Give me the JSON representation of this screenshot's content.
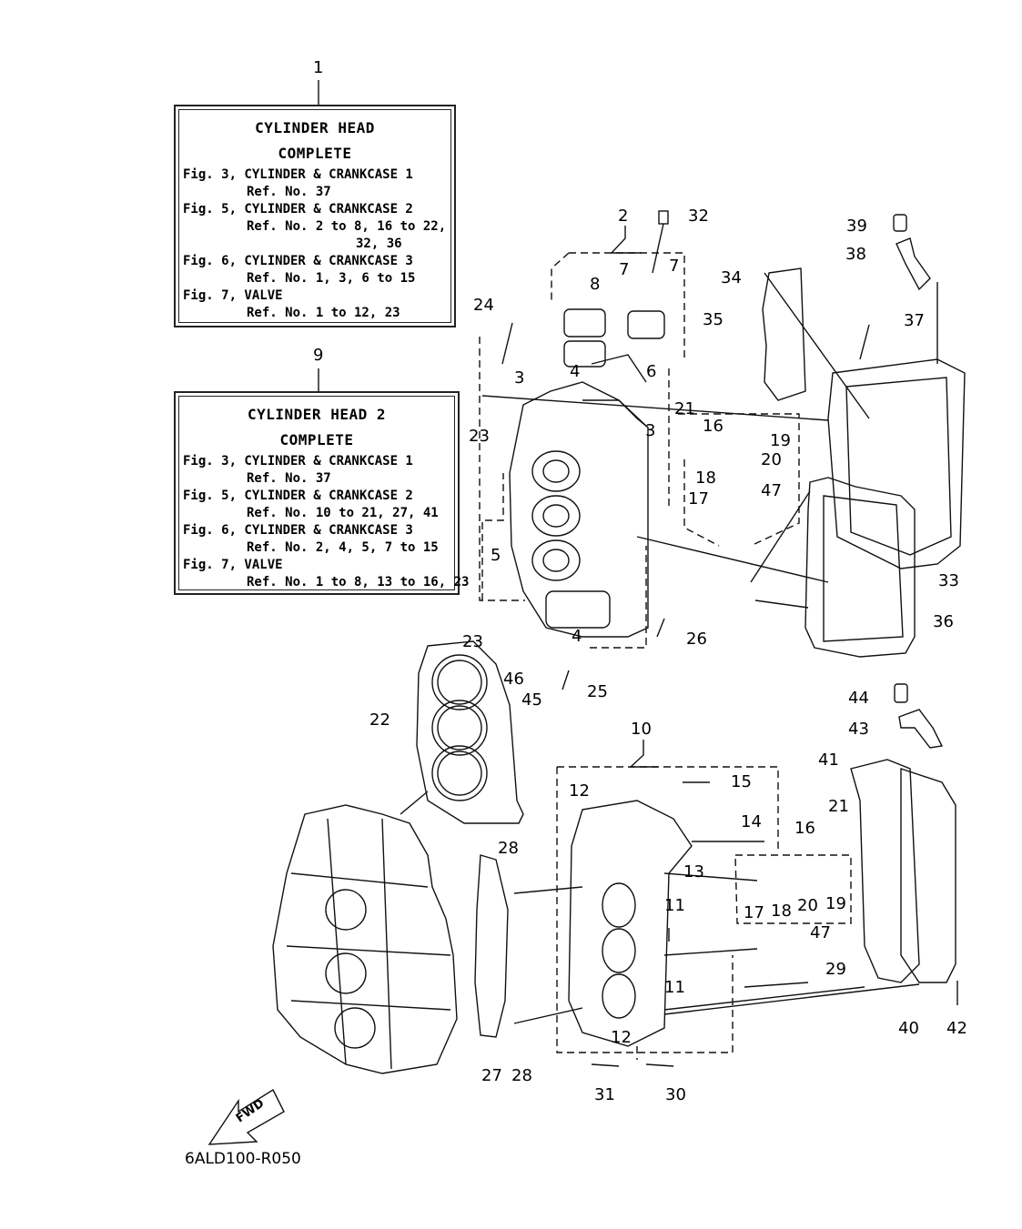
{
  "notes": [
    {
      "ref": "1",
      "title1": "CYLINDER HEAD",
      "title2": "COMPLETE",
      "lines": [
        {
          "text": "Fig. 3, CYLINDER & CRANKCASE 1",
          "indent": 0
        },
        {
          "text": "Ref. No. 37",
          "indent": 1
        },
        {
          "text": "Fig. 5, CYLINDER & CRANKCASE 2",
          "indent": 0
        },
        {
          "text": "Ref. No. 2 to 8, 16 to 22,",
          "indent": 1
        },
        {
          "text": "32, 36",
          "indent": 2
        },
        {
          "text": "Fig. 6, CYLINDER & CRANKCASE 3",
          "indent": 0
        },
        {
          "text": "Ref. No. 1, 3, 6 to 15",
          "indent": 1
        },
        {
          "text": "Fig. 7, VALVE",
          "indent": 0
        },
        {
          "text": "Ref. No. 1 to 12, 23",
          "indent": 1
        }
      ]
    },
    {
      "ref": "9",
      "title1": "CYLINDER HEAD 2",
      "title2": "COMPLETE",
      "lines": [
        {
          "text": "Fig. 3, CYLINDER & CRANKCASE 1",
          "indent": 0
        },
        {
          "text": "Ref. No. 37",
          "indent": 1
        },
        {
          "text": "Fig. 5, CYLINDER & CRANKCASE 2",
          "indent": 0
        },
        {
          "text": "Ref. No. 10 to 21, 27, 41",
          "indent": 1
        },
        {
          "text": "Fig. 6, CYLINDER & CRANKCASE 3",
          "indent": 0
        },
        {
          "text": "Ref. No. 2, 4, 5, 7 to 15",
          "indent": 1
        },
        {
          "text": "Fig. 7, VALVE",
          "indent": 0
        },
        {
          "text": "Ref. No. 1 to 8, 13 to 16, 23",
          "indent": 1
        }
      ]
    }
  ],
  "callouts": [
    "1",
    "9",
    "2",
    "32",
    "7",
    "7",
    "8",
    "24",
    "34",
    "35",
    "39",
    "38",
    "37",
    "3",
    "4",
    "6",
    "3",
    "21",
    "16",
    "19",
    "20",
    "23",
    "18",
    "17",
    "47",
    "5",
    "33",
    "23",
    "4",
    "26",
    "36",
    "46",
    "45",
    "25",
    "22",
    "10",
    "44",
    "43",
    "12",
    "15",
    "41",
    "21",
    "14",
    "28",
    "16",
    "13",
    "17",
    "18",
    "20",
    "19",
    "11",
    "47",
    "11",
    "29",
    "12",
    "27",
    "28",
    "31",
    "30",
    "40",
    "42"
  ],
  "fwd_label": "FWD",
  "doc_code": "6ALD100-R050"
}
